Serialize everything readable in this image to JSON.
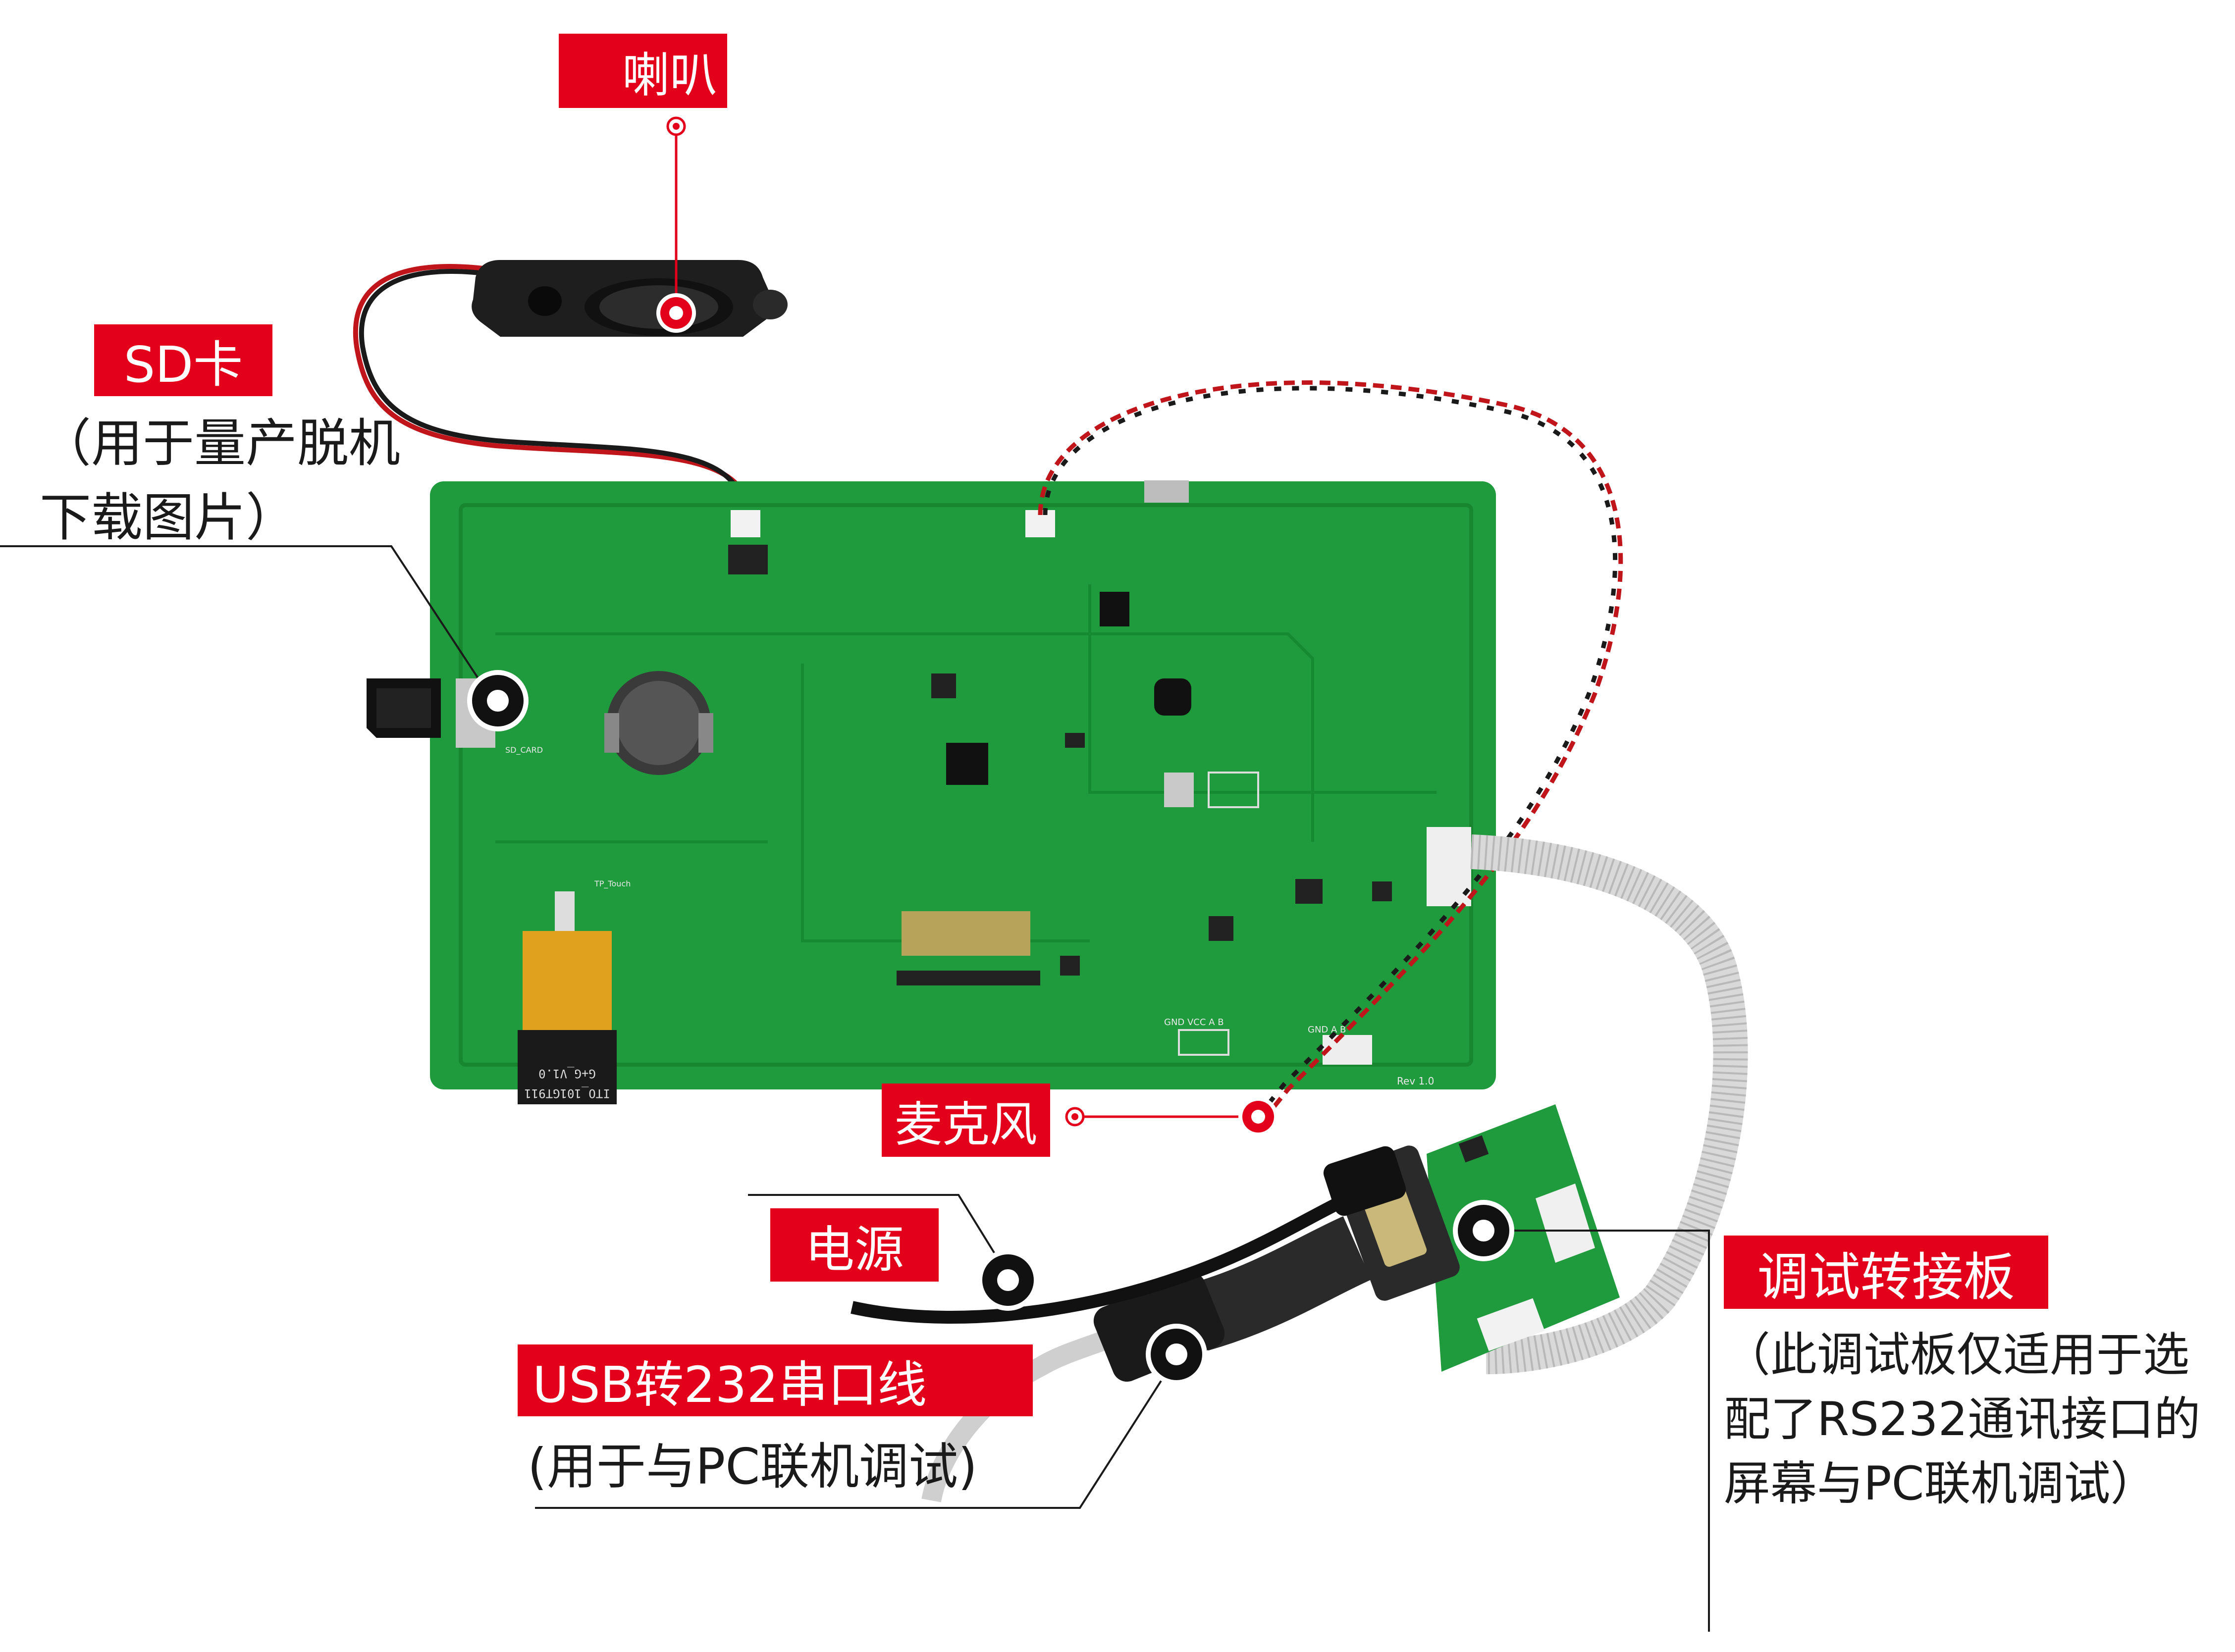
{
  "labels": {
    "speaker": "喇叭",
    "sd_card": "SD卡",
    "sd_card_note_1": "（用于量产脱机",
    "sd_card_note_2": "下载图片）",
    "microphone": "麦克风",
    "power": "电源",
    "usb_cable": "USB转232串口线",
    "usb_cable_note": "(用于与PC联机调试)",
    "debug_board": "调试转接板",
    "debug_board_note_1": "（此调试板仅适用于选",
    "debug_board_note_2": "配了RS232通讯接口的",
    "debug_board_note_3": "屏幕与PC联机调试）"
  },
  "board_silkscreen": {
    "rev": "Rev 1.0",
    "fpc_text_1": "ITO_101GT911",
    "fpc_text_2": "G+G_V1.0",
    "gnd_label": "GND VCC A B",
    "gnd_label_2": "GND A B",
    "sd_label": "SD_CARD",
    "tp_label": "TP_Touch"
  },
  "colors": {
    "label_red": "#e3001b",
    "pcb_green": "#1f9a3c",
    "pcb_dark": "#147a2c",
    "ribbon": "#d9d9d9",
    "wire_red": "#c0151b",
    "cable_black": "#1a1a1a"
  },
  "icons": [
    "speaker-icon",
    "sd-card-icon",
    "microphone-icon",
    "serial-connector-icon"
  ]
}
